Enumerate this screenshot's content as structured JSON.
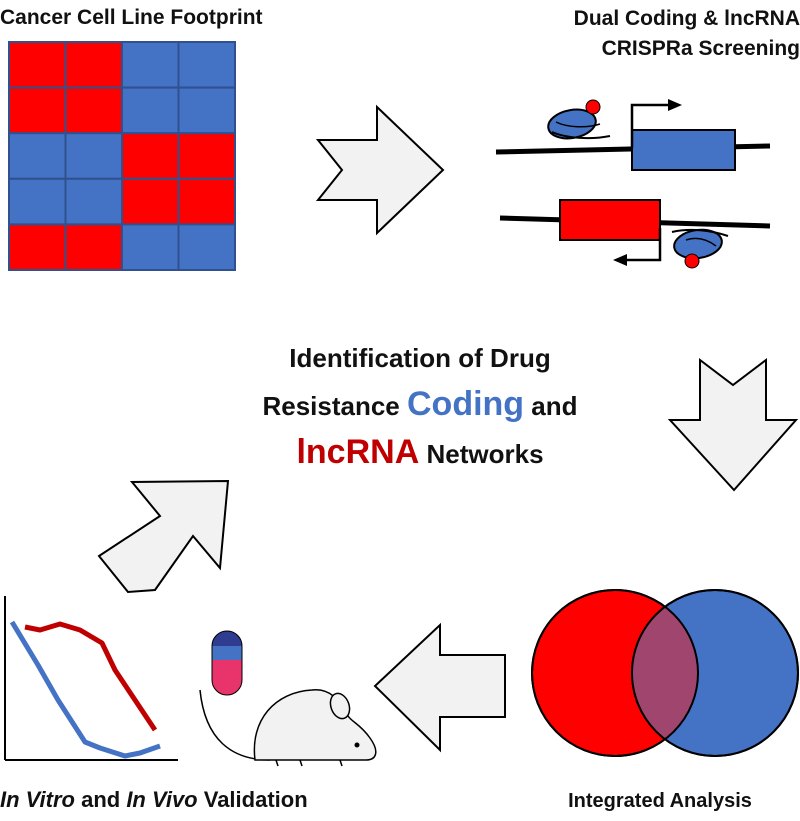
{
  "labels": {
    "footprint_title": "Cancer Cell Line Footprint",
    "crispra_line1": "Dual Coding & lncRNA",
    "crispra_line2": "CRISPRa Screening",
    "center_line1": "Identification of Drug",
    "center_resistance": "Resistance ",
    "center_coding": "Coding",
    "center_and": " and",
    "center_lncrna": "lncRNA",
    "center_networks": " Networks",
    "integrated": "Integrated Analysis",
    "val_invitro": "In Vitro",
    "val_and": " and ",
    "val_invivo": "In Vivo",
    "val_validation": " Validation"
  },
  "heatmap": {
    "rows": [
      [
        "red",
        "red",
        "blue",
        "blue"
      ],
      [
        "red",
        "red",
        "blue",
        "blue"
      ],
      [
        "blue",
        "blue",
        "red",
        "red"
      ],
      [
        "blue",
        "blue",
        "red",
        "red"
      ],
      [
        "red",
        "red",
        "blue",
        "blue"
      ]
    ]
  },
  "colors": {
    "red": "#FF0000",
    "blue": "#4472C4",
    "dark_red": "#C00000",
    "grid_line": "#2F528F",
    "arrow_fill": "#F2F2F2",
    "overlap": "#A0466E"
  },
  "icons": [
    "right-arrow-icon",
    "down-arrow-icon",
    "left-arrow-icon",
    "up-right-arrow-icon",
    "pill-icon",
    "mouse-icon"
  ]
}
